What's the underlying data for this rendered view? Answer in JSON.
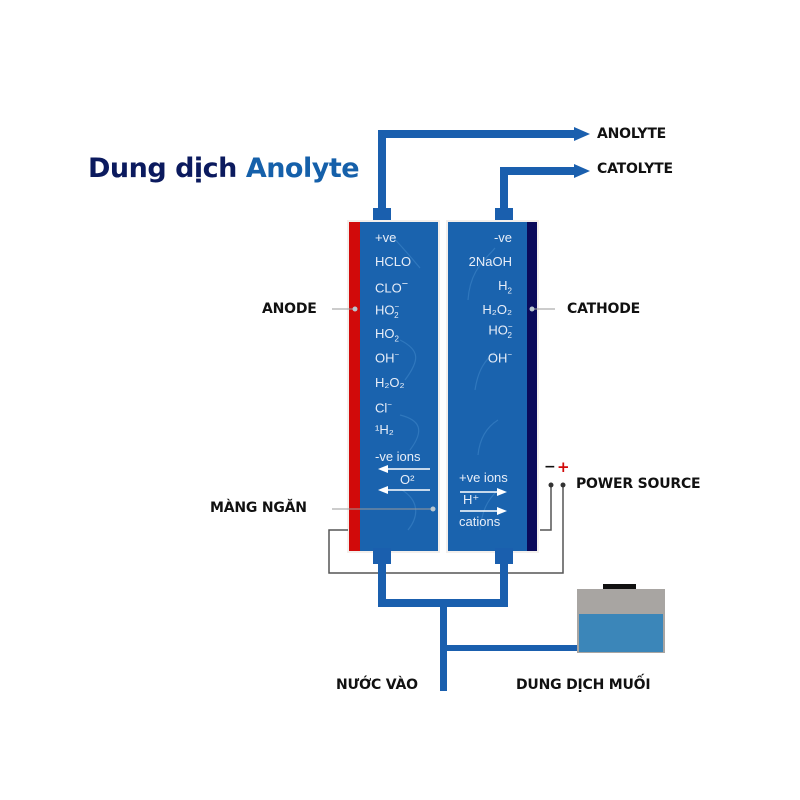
{
  "title": {
    "part1": "Dung dịch",
    "part2": "Anolyte"
  },
  "outputs": {
    "anolyte": "ANOLYTE",
    "catolyte": "CATOLYTE"
  },
  "labels": {
    "anode": "ANODE",
    "cathode": "CATHODE",
    "membrane": "MÀNG  NGĂN",
    "power_source": "POWER SOURCE",
    "water_in": "NƯỚC VÀO",
    "salt_solution": "DUNG DỊCH MUỐI"
  },
  "power": {
    "minus": "−",
    "plus": "+"
  },
  "anode_chamber": {
    "species": [
      {
        "base": "+ve",
        "sub": "",
        "sup": ""
      },
      {
        "base": "HCLO",
        "sub": "",
        "sup": ""
      },
      {
        "base": "CLO",
        "sub": "",
        "sup": "−"
      },
      {
        "base": "HO",
        "sub": "2",
        "sup": "−"
      },
      {
        "base": "HO",
        "sub": "2",
        "sup": ""
      },
      {
        "base": "OH",
        "sub": "",
        "sup": "−"
      },
      {
        "base": "H₂O₂",
        "sub": "",
        "sup": ""
      },
      {
        "base": "Cl",
        "sub": "",
        "sup": "−"
      },
      {
        "base": "¹H₂",
        "sub": "",
        "sup": ""
      }
    ],
    "ion_label": "-ve ions",
    "ion_symbol": "O²"
  },
  "cathode_chamber": {
    "species": [
      {
        "base": "-ve",
        "sub": "",
        "sup": ""
      },
      {
        "base": "2NaOH",
        "sub": "",
        "sup": ""
      },
      {
        "base": "H",
        "sub": "2",
        "sup": ""
      },
      {
        "base": "H₂O₂",
        "sub": "",
        "sup": ""
      },
      {
        "base": "HO",
        "sub": "2",
        "sup": "−"
      },
      {
        "base": "OH",
        "sub": "",
        "sup": "−"
      }
    ],
    "ion_label": "+ve ions",
    "ion_symbol": "H⁺",
    "ion_label2": "cations"
  },
  "colors": {
    "pipe": "#1a5fae",
    "chamber": "#1a63ae",
    "anode_strip": "#d10a0a",
    "cathode_strip": "#0a0a5a",
    "title_dark": "#0b1a5e",
    "title_blue": "#1560aa",
    "tank_gray": "#a8a5a2",
    "tank_liquid": "#3b86b9"
  }
}
